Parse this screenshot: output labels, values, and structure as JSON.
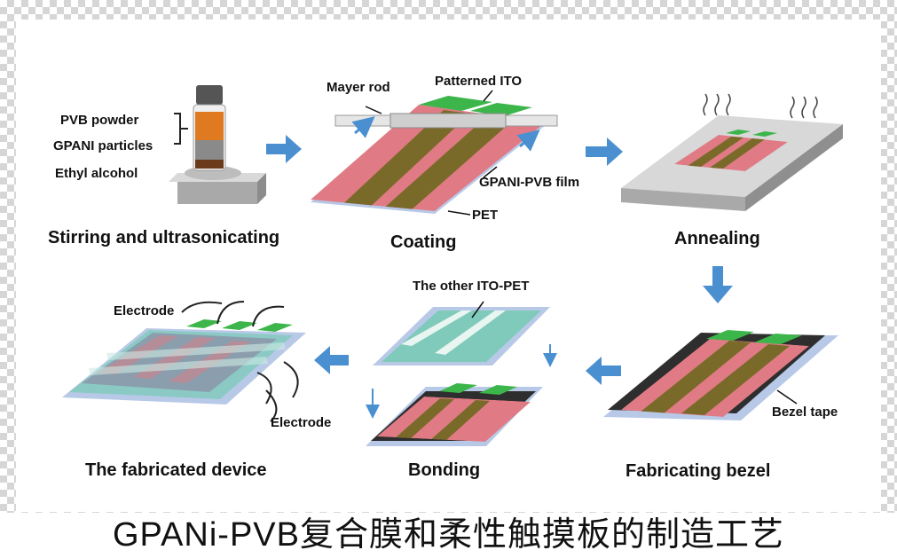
{
  "labels": {
    "pvb_powder": "PVB powder",
    "gpani_particles": "GPANI particles",
    "ethyl_alcohol": "Ethyl alcohol",
    "mayer_rod": "Mayer rod",
    "patterned_ito": "Patterned ITO",
    "gpani_pvb_film": "GPANI-PVB film",
    "pet": "PET",
    "other_ito_pet": "The other ITO-PET",
    "electrode_top": "Electrode",
    "electrode_bottom": "Electrode",
    "bezel_tape": "Bezel tape"
  },
  "steps": {
    "stirring": "Stirring and ultrasonicating",
    "coating": "Coating",
    "annealing": "Annealing",
    "fabricating_bezel": "Fabricating bezel",
    "bonding": "Bonding",
    "fabricated_device": "The fabricated device"
  },
  "caption": "GPANi-PVB复合膜和柔性触摸板的制造工艺",
  "colors": {
    "arrow": "#4a90d0",
    "pink": "#e07b85",
    "olive": "#7a6a2a",
    "green": "#3cb54a",
    "pet_blue": "#b8c9e8",
    "bezel": "#333333",
    "ito_cyan": "#7fcaba",
    "platform": "#c8c8c8"
  }
}
